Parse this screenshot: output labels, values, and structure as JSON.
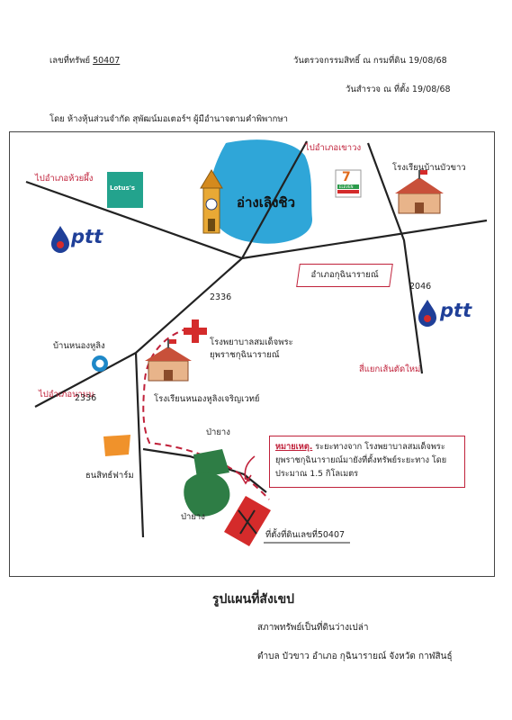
{
  "header": {
    "asset_no_label": "เลขที่ทรัพย์",
    "asset_no": "50407",
    "inspect_date": "วันตรวจกรรมสิทธิ์ ณ กรมที่ดิน 19/08/68",
    "survey_date": "วันสำรวจ ณ ที่ตั้ง 19/08/68",
    "owner_line": "โดย ห้างหุ้นส่วนจำกัด สุพัฒน์มอเตอร์ฯ ผู้มีอำนาจตามคำพิพากษา"
  },
  "map": {
    "labels": {
      "to_huai_phueng": "ไปอำเภอห้วยผึ้ง",
      "to_khao_wong": "ไปอำเภอเขาวง",
      "to_na_mon": "ไปอำเภอนามน",
      "reservoir": "อ่างเลิงชิว",
      "school_bua_khao": "โรงเรียนบ้านบัวขาว",
      "district_office": "อำเภอกุฉินารายณ์",
      "road_2336_top": "2336",
      "road_2336_left": "2336",
      "road_2046": "2046",
      "hospital": "โรงพยาบาลสมเด็จพระ",
      "hospital_2": "ยุพราชกุฉินารายณ์",
      "village_nong_hu_ling": "บ้านหนองหูลิง",
      "school_nong_hu_ling": "โรงเรียนหนองหูลิงเจริญเวทย์",
      "intersection": "สี่แยกเส้นตัดใหม่",
      "farm": "ธนสิทธ์ฟาร์ม",
      "forest_1": "ป่ายาง",
      "forest_2": "ป่ายาง",
      "site_prefix": "ที่ตั้งที่ดิน",
      "site_no": "เลขที่50407",
      "lotus": "Lotus's",
      "ptt_1": "ptt",
      "ptt_2": "ptt",
      "seven": "7",
      "seven_sub": "ELEVEN"
    },
    "note": {
      "title": "หมายเหตุ.",
      "line1": " ระยะทางจาก โรงพยาบาลสมเด็จพระ",
      "line2": "ยุพราชกุฉินารายณ์มายังที่ตั้งทรัพย์ระยะทาง โดย",
      "line3": "ประมาณ 1.5 กิโลเมตร"
    },
    "colors": {
      "reservoir": "#2fa6d8",
      "route": "#c0213a",
      "forest": "#2e7d45",
      "site": "#d42b2b",
      "farm": "#f0922b",
      "lotus": "#23a38d",
      "ptt_blue": "#1f3f98"
    }
  },
  "footer": {
    "title": "รูปแผนที่สังเขป",
    "condition": "สภาพทรัพย์เป็นที่ดินว่างเปล่า",
    "location": "ตำบล บัวขาว   อำเภอ กุฉินารายณ์ จังหวัด กาฬสินธุ์"
  }
}
